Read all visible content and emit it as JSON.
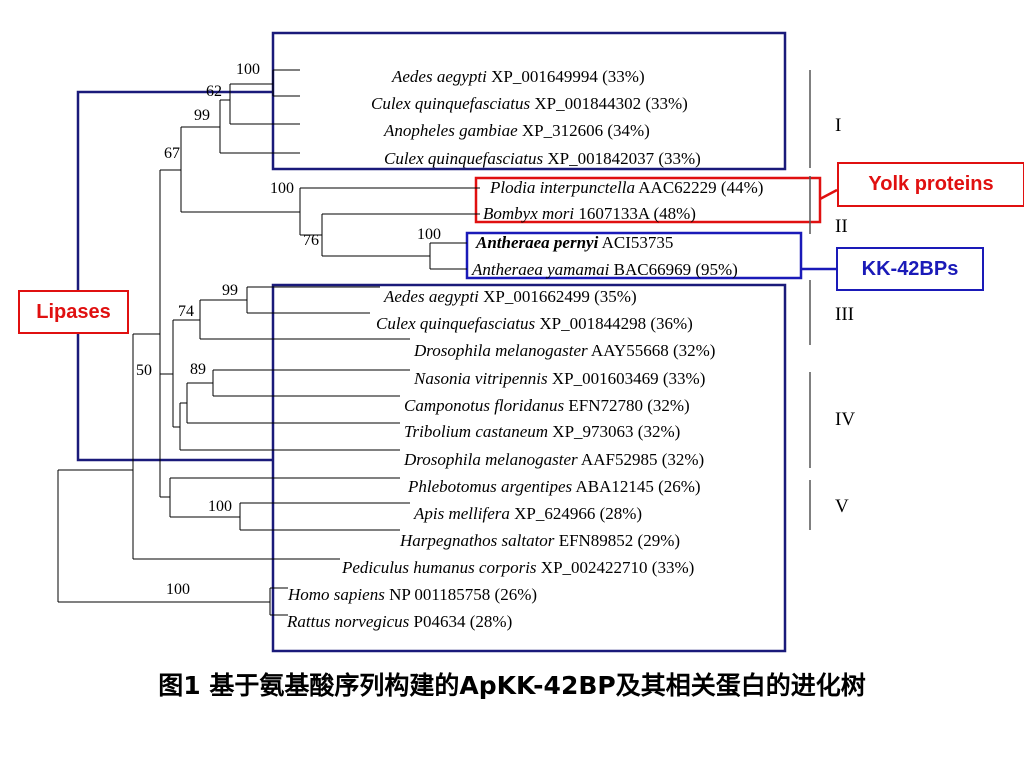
{
  "colors": {
    "lipase": "#1a1a7a",
    "yolk": "#e01010",
    "kk": "#1a1ab8",
    "branch": "#000000"
  },
  "callouts": {
    "lipases": "Lipases",
    "yolk": "Yolk proteins",
    "kk": "KK-42BPs"
  },
  "caption": "图1 基于氨基酸序列构建的ApKK-42BP及其相关蛋白的进化树",
  "groups": [
    "I",
    "II",
    "III",
    "IV",
    "V"
  ],
  "taxa": [
    {
      "species": "Aedes aegypti",
      "rest": " XP_001649994 (33%)"
    },
    {
      "species": "Culex quinquefasciatus",
      "rest": " XP_001844302 (33%)"
    },
    {
      "species": "Anopheles gambiae",
      "rest": " XP_312606 (34%)"
    },
    {
      "species": "Culex quinquefasciatus",
      "rest": " XP_001842037 (33%)"
    },
    {
      "species": "Plodia interpunctella",
      "rest": " AAC62229 (44%)"
    },
    {
      "species": "Bombyx mori",
      "rest": " 1607133A (48%)"
    },
    {
      "species": "Antheraea pernyi",
      "rest": " ACI53735"
    },
    {
      "species": "Antheraea yamamai",
      "rest": " BAC66969 (95%)"
    },
    {
      "species": "Aedes aegypti",
      "rest": " XP_001662499 (35%)"
    },
    {
      "species": "Culex quinquefasciatus",
      "rest": " XP_001844298 (36%)"
    },
    {
      "species": "Drosophila melanogaster",
      "rest": " AAY55668 (32%)"
    },
    {
      "species": "Nasonia vitripennis",
      "rest": " XP_001603469 (33%)"
    },
    {
      "species": "Camponotus floridanus",
      "rest": " EFN72780 (32%)"
    },
    {
      "species": "Tribolium castaneum",
      "rest": " XP_973063 (32%)"
    },
    {
      "species": "Drosophila melanogaster",
      "rest": " AAF52985 (32%)"
    },
    {
      "species": "Phlebotomus argentipes",
      "rest": " ABA12145 (26%)"
    },
    {
      "species": "Apis mellifera",
      "rest": " XP_624966 (28%)"
    },
    {
      "species": "Harpegnathos saltator",
      "rest": " EFN89852 (29%)"
    },
    {
      "species": "Pediculus humanus corporis",
      "rest": " XP_002422710 (33%)"
    },
    {
      "species": "Homo sapiens",
      "rest": " NP 001185758 (26%)"
    },
    {
      "species": "Rattus norvegicus",
      "rest": " P04634 (28%)"
    }
  ],
  "bootstrap": [
    "100",
    "62",
    "99",
    "67",
    "100",
    "76",
    "100",
    "99",
    "74",
    "89",
    "50",
    "100",
    "100"
  ]
}
